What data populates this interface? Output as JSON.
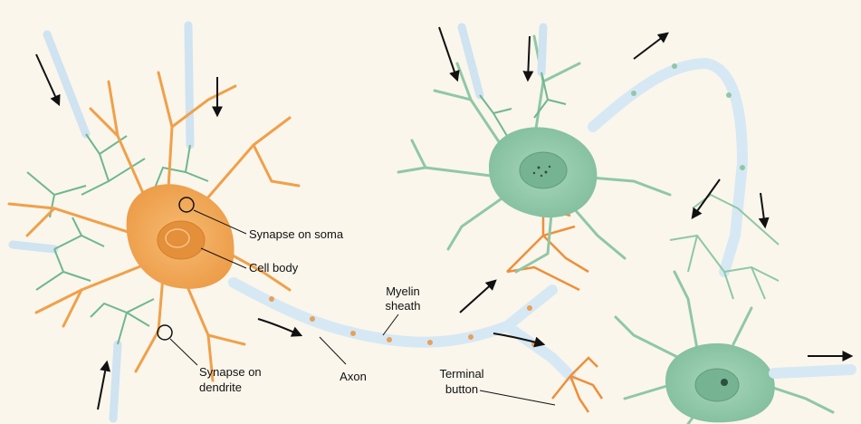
{
  "labels": {
    "synapse_on_soma": "Synapse on soma",
    "cell_body": "Cell body",
    "myelin_sheath_line1": "Myelin",
    "myelin_sheath_line2": "sheath",
    "synapse_on_dendrite_line1": "Synapse on",
    "synapse_on_dendrite_line2": "dendrite",
    "axon": "Axon",
    "terminal_button_line1": "Terminal",
    "terminal_button_line2": "button"
  },
  "colors": {
    "background": "#faf6ec",
    "orange_neuron": "#f0a04a",
    "orange_soma": "#f2a858",
    "orange_nucleus": "#e48f3a",
    "green_neuron": "#8fc7a7",
    "green_soma": "#8fcbaa",
    "green_nucleus": "#76b392",
    "myelin": "#d6e8f4",
    "node": "#e8a05a",
    "arrow": "#111111"
  },
  "icons": {
    "flow_arrow": "arrow-icon",
    "synapse_marker": "circle-marker-icon"
  }
}
